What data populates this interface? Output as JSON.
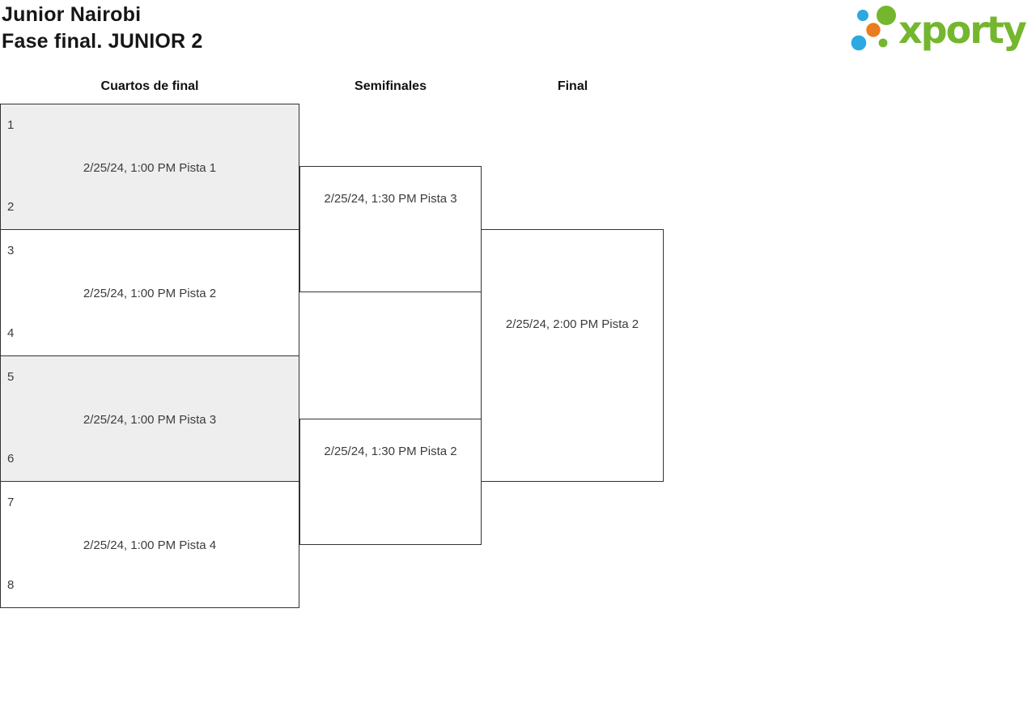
{
  "header": {
    "title_line1": "Junior Nairobi",
    "title_line2": "Fase final. JUNIOR 2",
    "logo_text": "xporty"
  },
  "rounds": [
    {
      "label": "Cuartos de final"
    },
    {
      "label": "Semifinales"
    },
    {
      "label": "Final"
    }
  ],
  "bracket": {
    "quarterfinals": [
      {
        "seed_top": "1",
        "seed_bottom": "2",
        "schedule": "2/25/24, 1:00 PM Pista 1"
      },
      {
        "seed_top": "3",
        "seed_bottom": "4",
        "schedule": "2/25/24, 1:00 PM Pista 2"
      },
      {
        "seed_top": "5",
        "seed_bottom": "6",
        "schedule": "2/25/24, 1:00 PM Pista 3"
      },
      {
        "seed_top": "7",
        "seed_bottom": "8",
        "schedule": "2/25/24, 1:00 PM Pista 4"
      }
    ],
    "semifinals": [
      {
        "schedule": "2/25/24, 1:30 PM Pista 3"
      },
      {
        "schedule": "2/25/24, 1:30 PM Pista 2"
      }
    ],
    "final": {
      "schedule": "2/25/24, 2:00 PM Pista 2"
    }
  },
  "colors": {
    "logo_green": "#74b62e",
    "logo_blue": "#2ba9e0",
    "logo_orange": "#ea7d1f",
    "match_shaded_fill": "#eeeeee",
    "bracket_line": "#333333",
    "match_text": "#3c3c3c"
  }
}
